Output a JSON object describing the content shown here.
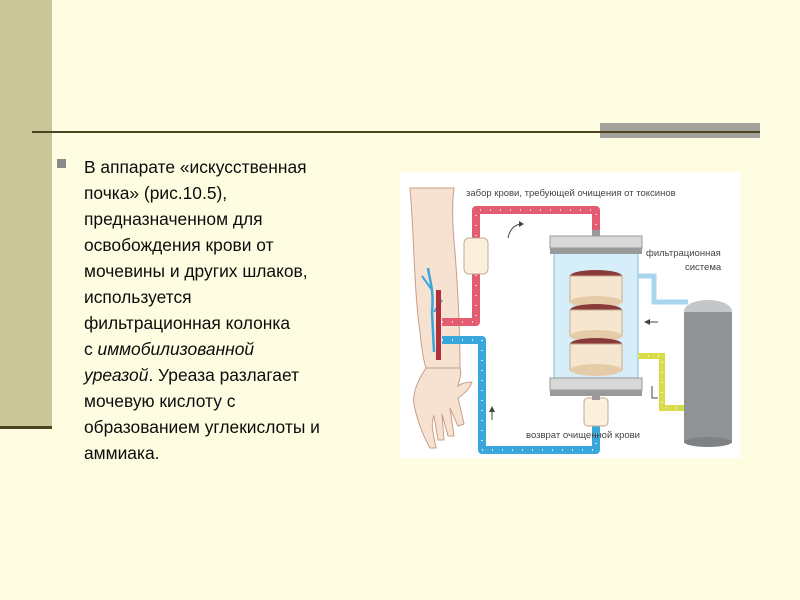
{
  "slide": {
    "paragraph": {
      "line1": "В аппарате «искусственная",
      "line2": "почка» (рис.10.5),",
      "line3": "предназначенном для",
      "line4": "освобождения крови от",
      "line5": "мочевины и других шлаков,",
      "line6": "используется",
      "line7": "фильтрационная колонка",
      "line8_prefix": "с ",
      "line8_italic": "иммобилизованной",
      "line9_italic": "уреазой",
      "line9_rest": ". Уреаза разлагает",
      "line10": "мочевую кислоту с",
      "line11": "образованием углекислоты и",
      "line12": "аммиака."
    }
  },
  "figure": {
    "label_top": "забор крови, требующей очищения от токсинов",
    "label_filter_1": "фильтрационная",
    "label_filter_2": "система",
    "label_bottom": "возврат очищенной крови"
  },
  "colors": {
    "background": "#fefde2",
    "sidebar": "#c9c79a",
    "rule": "#4c4320",
    "tube_red": "#e45c72",
    "tube_blue": "#3aa7dc",
    "tube_yellow": "#d9dc4a",
    "tube_light_blue": "#a8d6ef"
  }
}
